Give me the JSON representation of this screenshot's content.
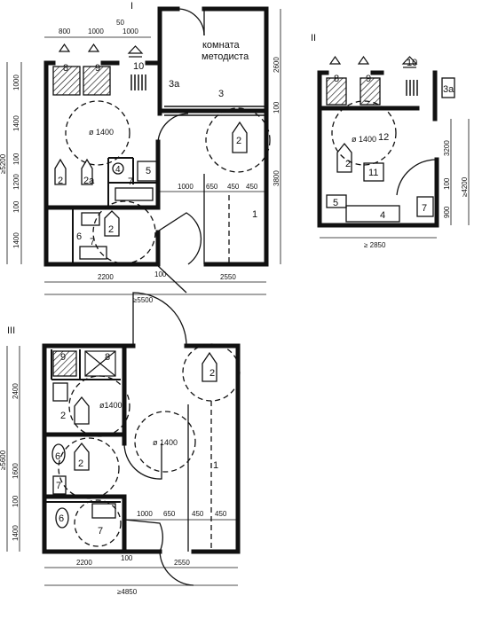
{
  "plans": {
    "I": {
      "label": "I",
      "room_label": [
        "комната",
        "методиста"
      ],
      "rooms": [
        "8",
        "9",
        "10",
        "3а",
        "3",
        "2",
        "2а",
        "4",
        "5",
        "7",
        "6",
        "7",
        "2",
        "2",
        "1"
      ],
      "circles": [
        "ø 1400"
      ],
      "dims_top": [
        "800",
        "1000",
        "50",
        "1000"
      ],
      "dims_left": [
        "1000",
        "1400",
        "100",
        "1200",
        "100",
        "1400"
      ],
      "dim_total_left": "≥5200",
      "dims_right": [
        "2600",
        "100",
        "3800"
      ],
      "dims_mid": [
        "1000",
        "650",
        "450",
        "450"
      ],
      "dims_bottom": [
        "2200",
        "100",
        "2550"
      ],
      "dim_total_bottom": "≥5500"
    },
    "II": {
      "label": "II",
      "rooms": [
        "8",
        "9",
        "10",
        "3а",
        "12",
        "2",
        "11",
        "5",
        "4",
        "7"
      ],
      "circle": "ø 1400",
      "dims_right": [
        "3200",
        "100",
        "900"
      ],
      "dim_total_right": "≥4200",
      "dim_total_bottom": "≥ 2850"
    },
    "III": {
      "label": "III",
      "rooms": [
        "9",
        "8",
        "2",
        "2",
        "6",
        "2",
        "7",
        "6",
        "7",
        "1"
      ],
      "circles": [
        "ø1400",
        "ø 1400"
      ],
      "dims_left": [
        "2400",
        "1600",
        "100",
        "1400"
      ],
      "dim_total_left": "≥5600",
      "dims_mid": [
        "1000",
        "650",
        "450",
        "450"
      ],
      "dims_bottom": [
        "2200",
        "100",
        "2550"
      ],
      "dim_total_bottom": "≥4850"
    }
  }
}
